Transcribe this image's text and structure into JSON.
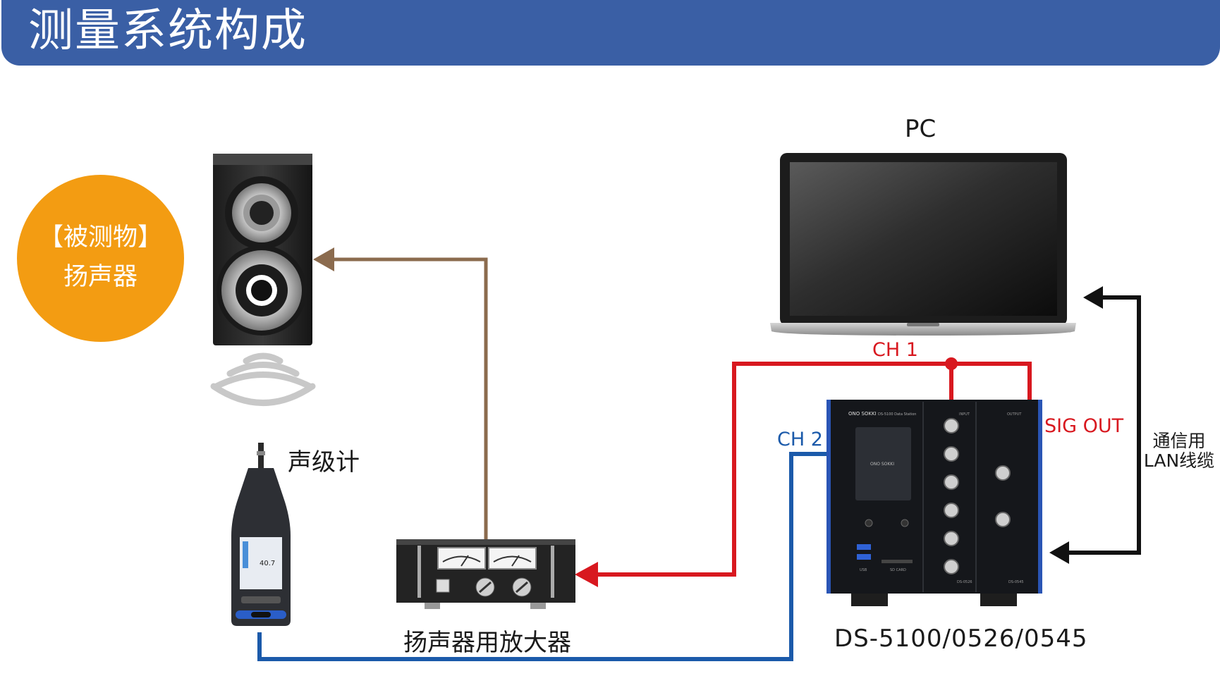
{
  "header": {
    "title": "测量系统构成"
  },
  "dut": {
    "line1": "【被测物】",
    "line2": "扬声器"
  },
  "labels": {
    "pc": "PC",
    "sound_level_meter": "声级计",
    "speaker_amplifier": "扬声器用放大器",
    "analyzer": "DS-5100/0526/0545",
    "ch1": "CH 1",
    "ch2": "CH 2",
    "sig_out": "SIG OUT",
    "lan": "通信用LAN线缆"
  },
  "device_text": {
    "brand": "ONO SOKKI",
    "model_station": "DS-5100 Data Station",
    "input": "INPUT",
    "output": "OUTPUT",
    "usb": "USB",
    "sd_card": "SD CARD",
    "module_a": "DS-0526",
    "module_b": "DS-0545",
    "meter_reading": "40.7"
  },
  "colors": {
    "header_bg": "#3a5fa5",
    "dut_circle": "#f39c12",
    "ch1_line": "#d8181f",
    "ch2_line": "#1b5aaa",
    "amp_to_speaker_line": "#8b6b4e",
    "lan_line": "#111111"
  }
}
